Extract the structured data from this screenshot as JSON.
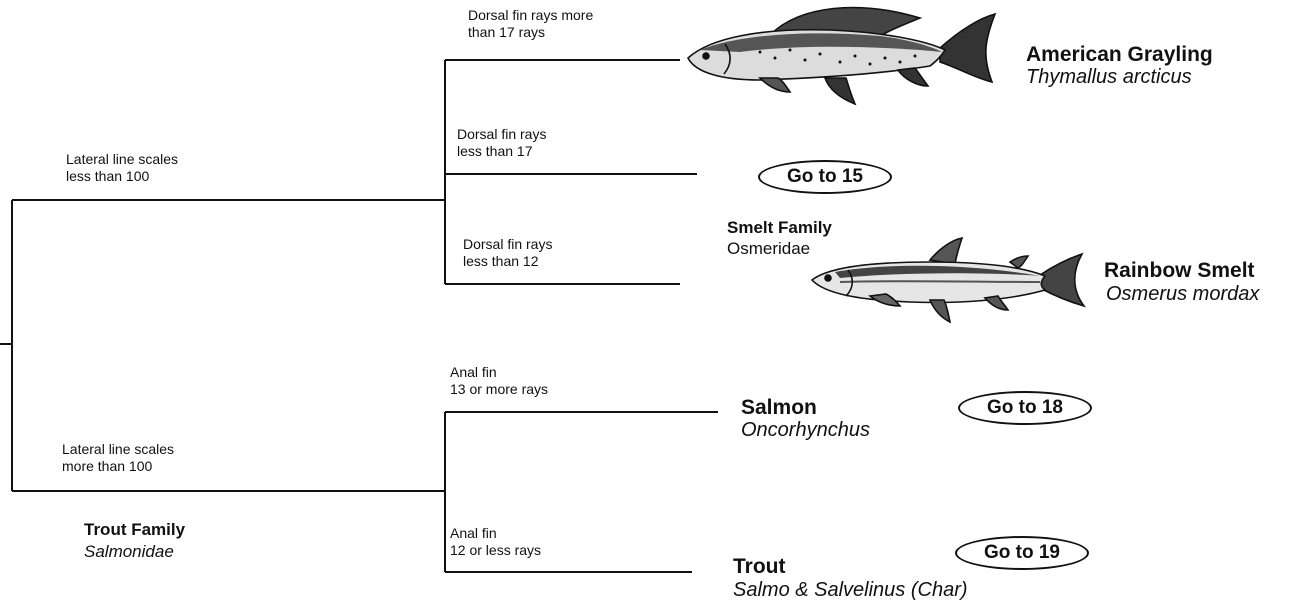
{
  "branches": {
    "lateral_less": "Lateral line scales\nless than 100",
    "lateral_more": "Lateral line scales\nmore than 100",
    "dorsal_more_17": "Dorsal fin rays more\nthan 17 rays",
    "dorsal_less_17": "Dorsal fin rays\nless than 17",
    "dorsal_less_12": "Dorsal fin rays\nless than 12",
    "anal_13_more": "Anal fin\n13 or more rays",
    "anal_12_less": "Anal fin\n12 or less rays"
  },
  "trout_family": {
    "name": "Trout Family",
    "latin": "Salmonidae"
  },
  "smelt_family": {
    "name": "Smelt Family",
    "latin": "Osmeridae"
  },
  "species": {
    "grayling": {
      "name": "American Grayling",
      "latin": "Thymallus arcticus"
    },
    "smelt": {
      "name": "Rainbow Smelt",
      "latin": "Osmerus mordax"
    },
    "salmon": {
      "name": "Salmon",
      "latin": "Oncorhynchus"
    },
    "trout": {
      "name": "Trout",
      "latin": "Salmo & Salvelinus (Char)"
    }
  },
  "goto": {
    "g15": "Go to 15",
    "g18": "Go to 18",
    "g19": "Go to 19"
  },
  "illustrations": {
    "grayling": "grayling-fish-icon",
    "smelt": "smelt-fish-icon"
  }
}
